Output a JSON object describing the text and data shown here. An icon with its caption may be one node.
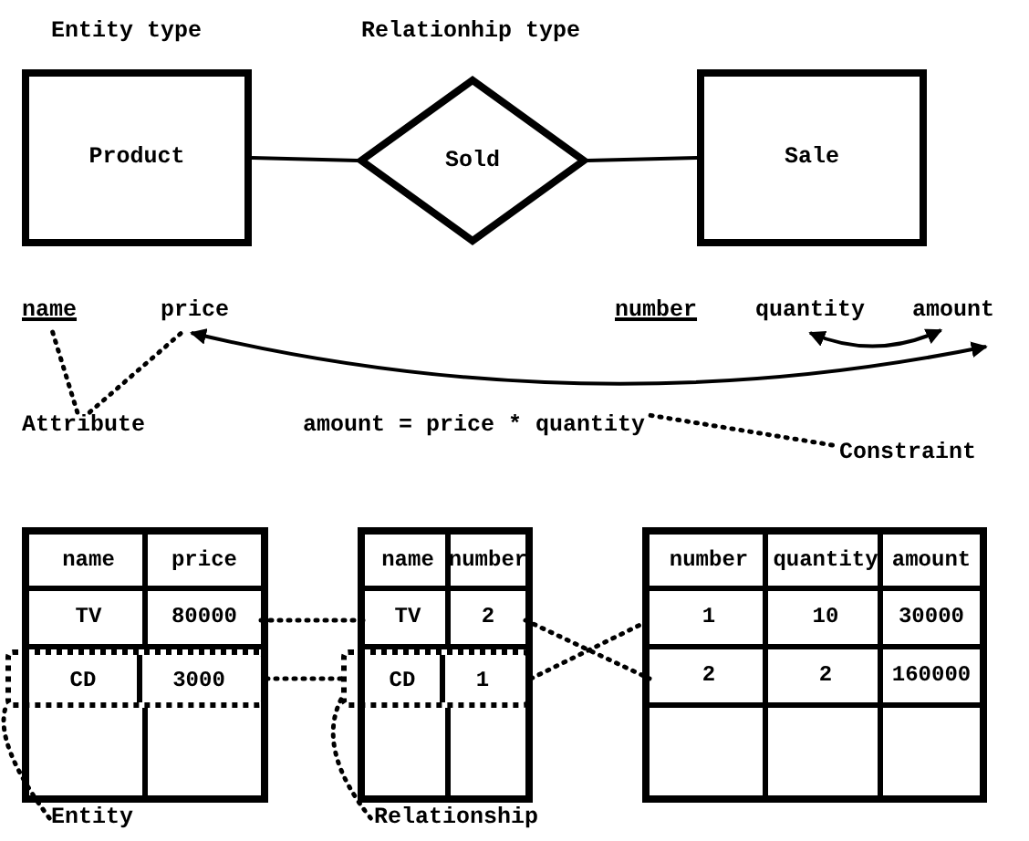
{
  "diagram": {
    "nodes": [
      {
        "text": [
          "Entity type",
          "Product"
        ]
      },
      {
        "text": [
          "Relationhip type",
          "Sold"
        ]
      },
      {
        "text": [
          "Sale"
        ]
      },
      {
        "text": [
          "name"
        ]
      },
      {
        "text": [
          "price"
        ]
      },
      {
        "text": [
          "number"
        ]
      },
      {
        "text": [
          "quantity"
        ]
      },
      {
        "text": [
          "amount"
        ]
      },
      {
        "text": [
          "Attribute"
        ]
      },
      {
        "text": [
          "amount = price * quantity"
        ]
      },
      {
        "text": [
          "Constraint"
        ]
      },
      {
        "text": [],
        "shape": "table"
      },
      {
        "text": [
          "name",
          "price"
        ],
        "in": 11
      },
      {
        "text": [
          "TV",
          "80000"
        ],
        "in": 11
      },
      {
        "text": [
          "CD",
          "3000"
        ],
        "in": 11
      },
      {
        "text": [],
        "shape": "box",
        "in": 11
      },
      {
        "text": [],
        "shape": "table"
      },
      {
        "text": [
          "name",
          "number"
        ],
        "in": 16
      },
      {
        "text": [
          "TV",
          "2"
        ],
        "in": 16
      },
      {
        "text": [
          "CD",
          "1"
        ],
        "in": 16
      },
      {
        "text": [],
        "shape": "box",
        "in": 16
      },
      {
        "text": [],
        "shape": "table"
      },
      {
        "text": [
          "number",
          "quantity",
          "amount"
        ],
        "in": 21
      },
      {
        "text": [
          "1",
          "10",
          "30000"
        ],
        "in": 21
      },
      {
        "text": [
          "2",
          "2",
          "160000"
        ],
        "in": 21
      },
      {
        "text": [],
        "shape": "box",
        "in": 21
      },
      {
        "text": [
          "Entity"
        ]
      },
      {
        "text": [
          "Relationship"
        ]
      }
    ],
    "edges": [
      {
        "from": 0,
        "to": 1,
        "arrow": "none"
      },
      {
        "from": 1,
        "to": 2,
        "arrow": "none"
      },
      {
        "from": 8,
        "to": 3,
        "arrow": "none",
        "style": "dashed"
      },
      {
        "from": 8,
        "to": 4,
        "arrow": "none",
        "style": "dashed"
      },
      {
        "from": 4,
        "to": 7,
        "arrow": "both"
      },
      {
        "from": 6,
        "to": 7,
        "arrow": "both"
      },
      {
        "from": 10,
        "to": 9,
        "arrow": "none",
        "style": "dashed"
      },
      {
        "from": 13,
        "to": 18,
        "arrow": "none",
        "style": "dashed"
      },
      {
        "from": 14,
        "to": 19,
        "arrow": "none",
        "style": "dashed"
      },
      {
        "from": 18,
        "to": 24,
        "arrow": "none",
        "style": "dashed"
      },
      {
        "from": 19,
        "to": 23,
        "arrow": "none",
        "style": "dashed"
      },
      {
        "from": 26,
        "to": 14,
        "arrow": "none",
        "style": "dashed"
      },
      {
        "from": 27,
        "to": 19,
        "arrow": "none",
        "style": "dashed"
      }
    ]
  }
}
